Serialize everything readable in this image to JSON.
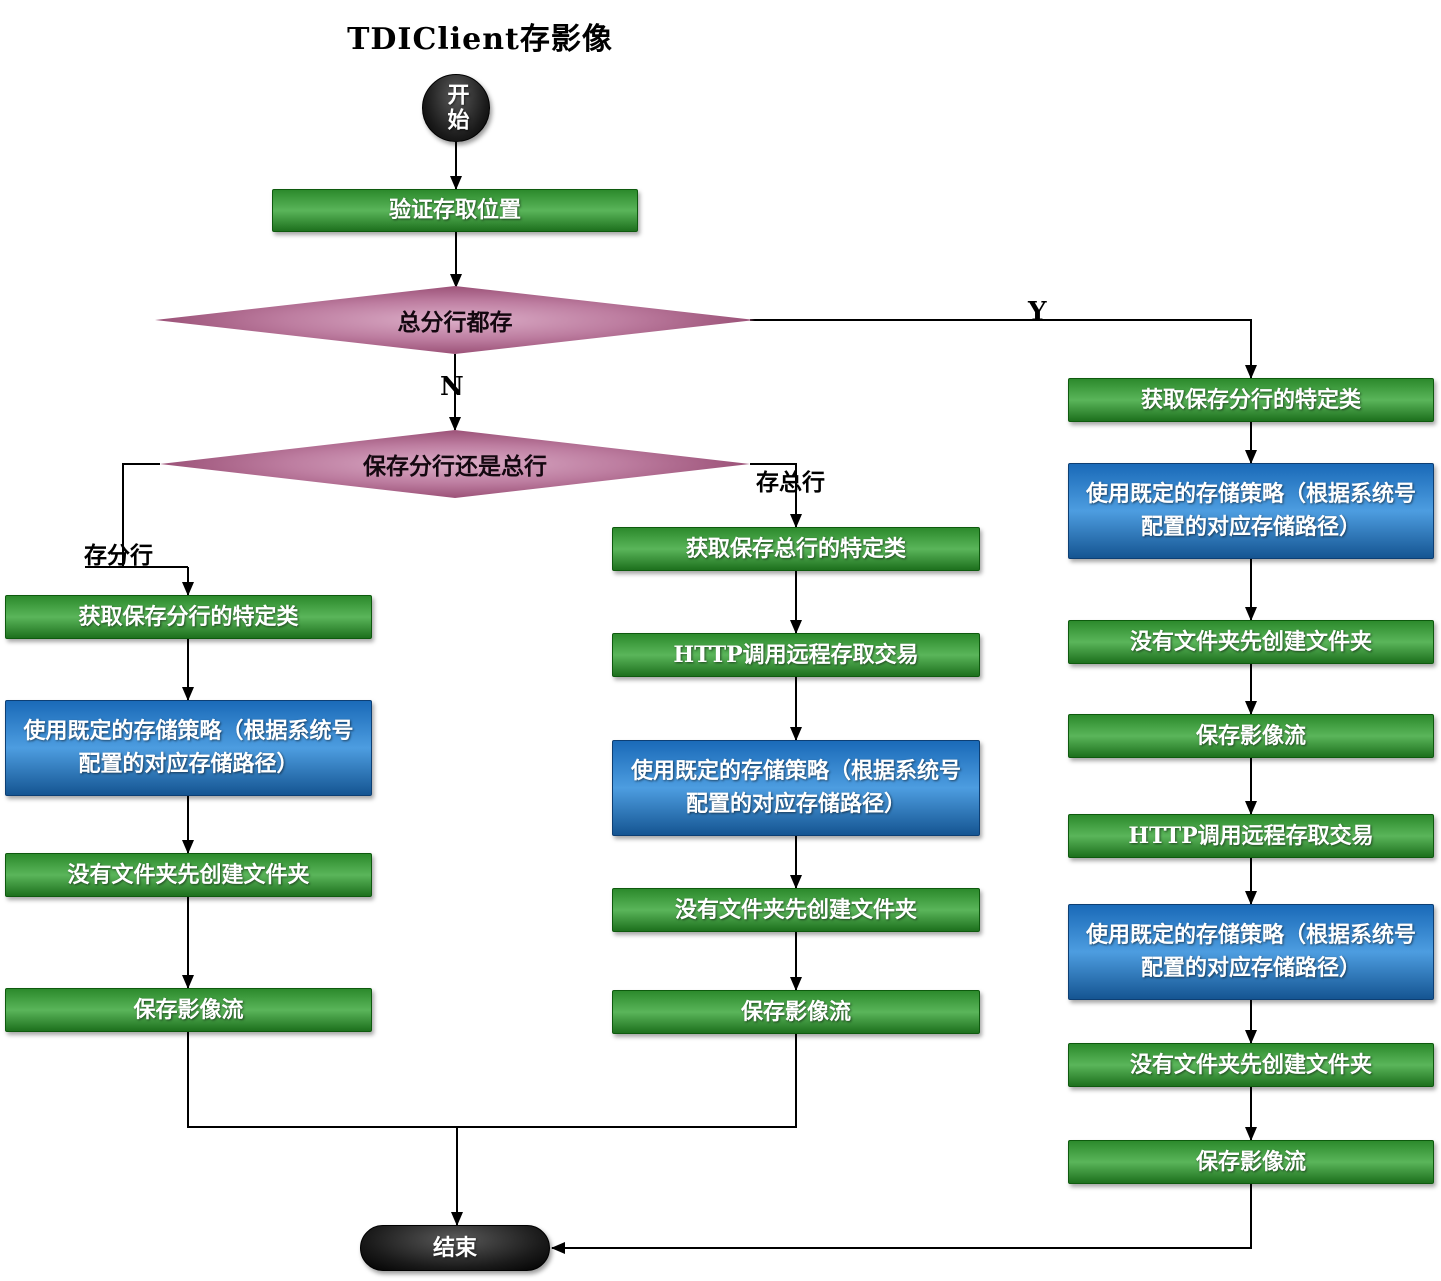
{
  "title": "TDIClient存影像",
  "start": {
    "label": "开始"
  },
  "end": {
    "label": "结束"
  },
  "nodes": {
    "verify": "验证存取位置",
    "decision_all": "总分行都存",
    "decision_which": "保存分行还是总行"
  },
  "edge_labels": {
    "yes": "Y",
    "no": "N",
    "branch": "存分行",
    "head_office": "存总行"
  },
  "left_column": {
    "get_class": "获取保存分行的特定类",
    "strategy": "使用既定的存储策略（根据系统号配置的对应存储路径）",
    "create_folder": "没有文件夹先创建文件夹",
    "save_stream": "保存影像流"
  },
  "middle_column": {
    "get_class": "获取保存总行的特定类",
    "http_call": "HTTP调用远程存取交易",
    "strategy": "使用既定的存储策略（根据系统号配置的对应存储路径）",
    "create_folder": "没有文件夹先创建文件夹",
    "save_stream": "保存影像流"
  },
  "right_column": {
    "get_class": "获取保存分行的特定类",
    "strategy1": "使用既定的存储策略（根据系统号配置的对应存储路径）",
    "create_folder1": "没有文件夹先创建文件夹",
    "save_stream1": "保存影像流",
    "http_call": "HTTP调用远程存取交易",
    "strategy2": "使用既定的存储策略（根据系统号配置的对应存储路径）",
    "create_folder2": "没有文件夹先创建文件夹",
    "save_stream2": "保存影像流"
  },
  "colors": {
    "process_green": "#2c8a2c",
    "process_blue": "#1a6ab8",
    "decision_purple": "#9a5076",
    "terminator_black": "#111111",
    "connector": "#000000"
  }
}
